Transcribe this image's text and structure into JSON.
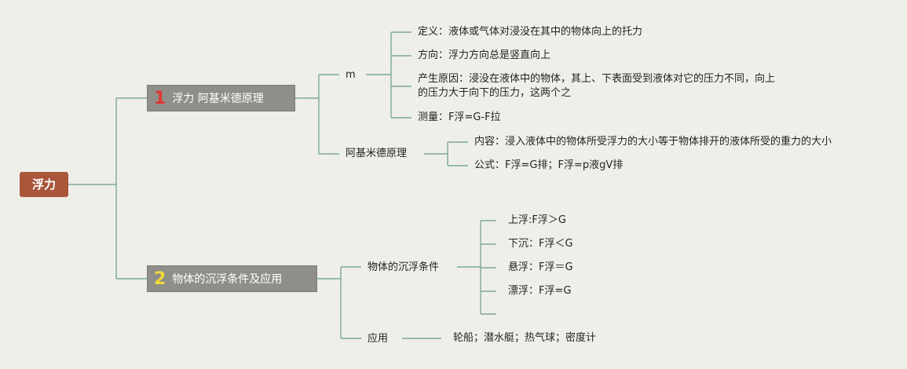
{
  "root": {
    "label": "浮力"
  },
  "branch1": {
    "number": "1",
    "label": "浮力 阿基米德原理",
    "m_node": {
      "label": "m"
    },
    "m_items": [
      {
        "text": "定义：液体或气体对浸没在其中的物体向上的托力"
      },
      {
        "text": "方向：浮力方向总是竖直向上"
      },
      {
        "text_line1": "产生原因：浸没在液体中的物体，其上、下表面受到液体对它的压力不同，向上",
        "text_line2": "的压力大于向下的压力，这两个之"
      },
      {
        "text": "测量：F浮=G-F拉"
      }
    ],
    "archimedes": {
      "label": "阿基米德原理",
      "items": [
        {
          "text": "内容：浸入液体中的物体所受浮力的大小等于物体排开的液体所受的重力的大小"
        },
        {
          "text": "公式：F浮=G排；F浮=p液gV排"
        }
      ]
    }
  },
  "branch2": {
    "number": "2",
    "label": "物体的沉浮条件及应用",
    "conditions": {
      "label": "物体的沉浮条件",
      "items": [
        {
          "text": "上浮:F浮＞G"
        },
        {
          "text": "下沉：F浮＜G"
        },
        {
          "text": "悬浮：F浮＝G"
        },
        {
          "text": "漂浮：F浮=G"
        }
      ]
    },
    "application": {
      "label": "应用",
      "items": [
        {
          "text": "轮船；潜水艇；热气球；密度计"
        }
      ]
    }
  },
  "colors": {
    "background": "#efefea",
    "root_fill": "#a9563b",
    "main_fill": "#8f8f8a",
    "connector": "#7aa898",
    "num1": "#e0372e",
    "num2": "#f2d93a"
  }
}
